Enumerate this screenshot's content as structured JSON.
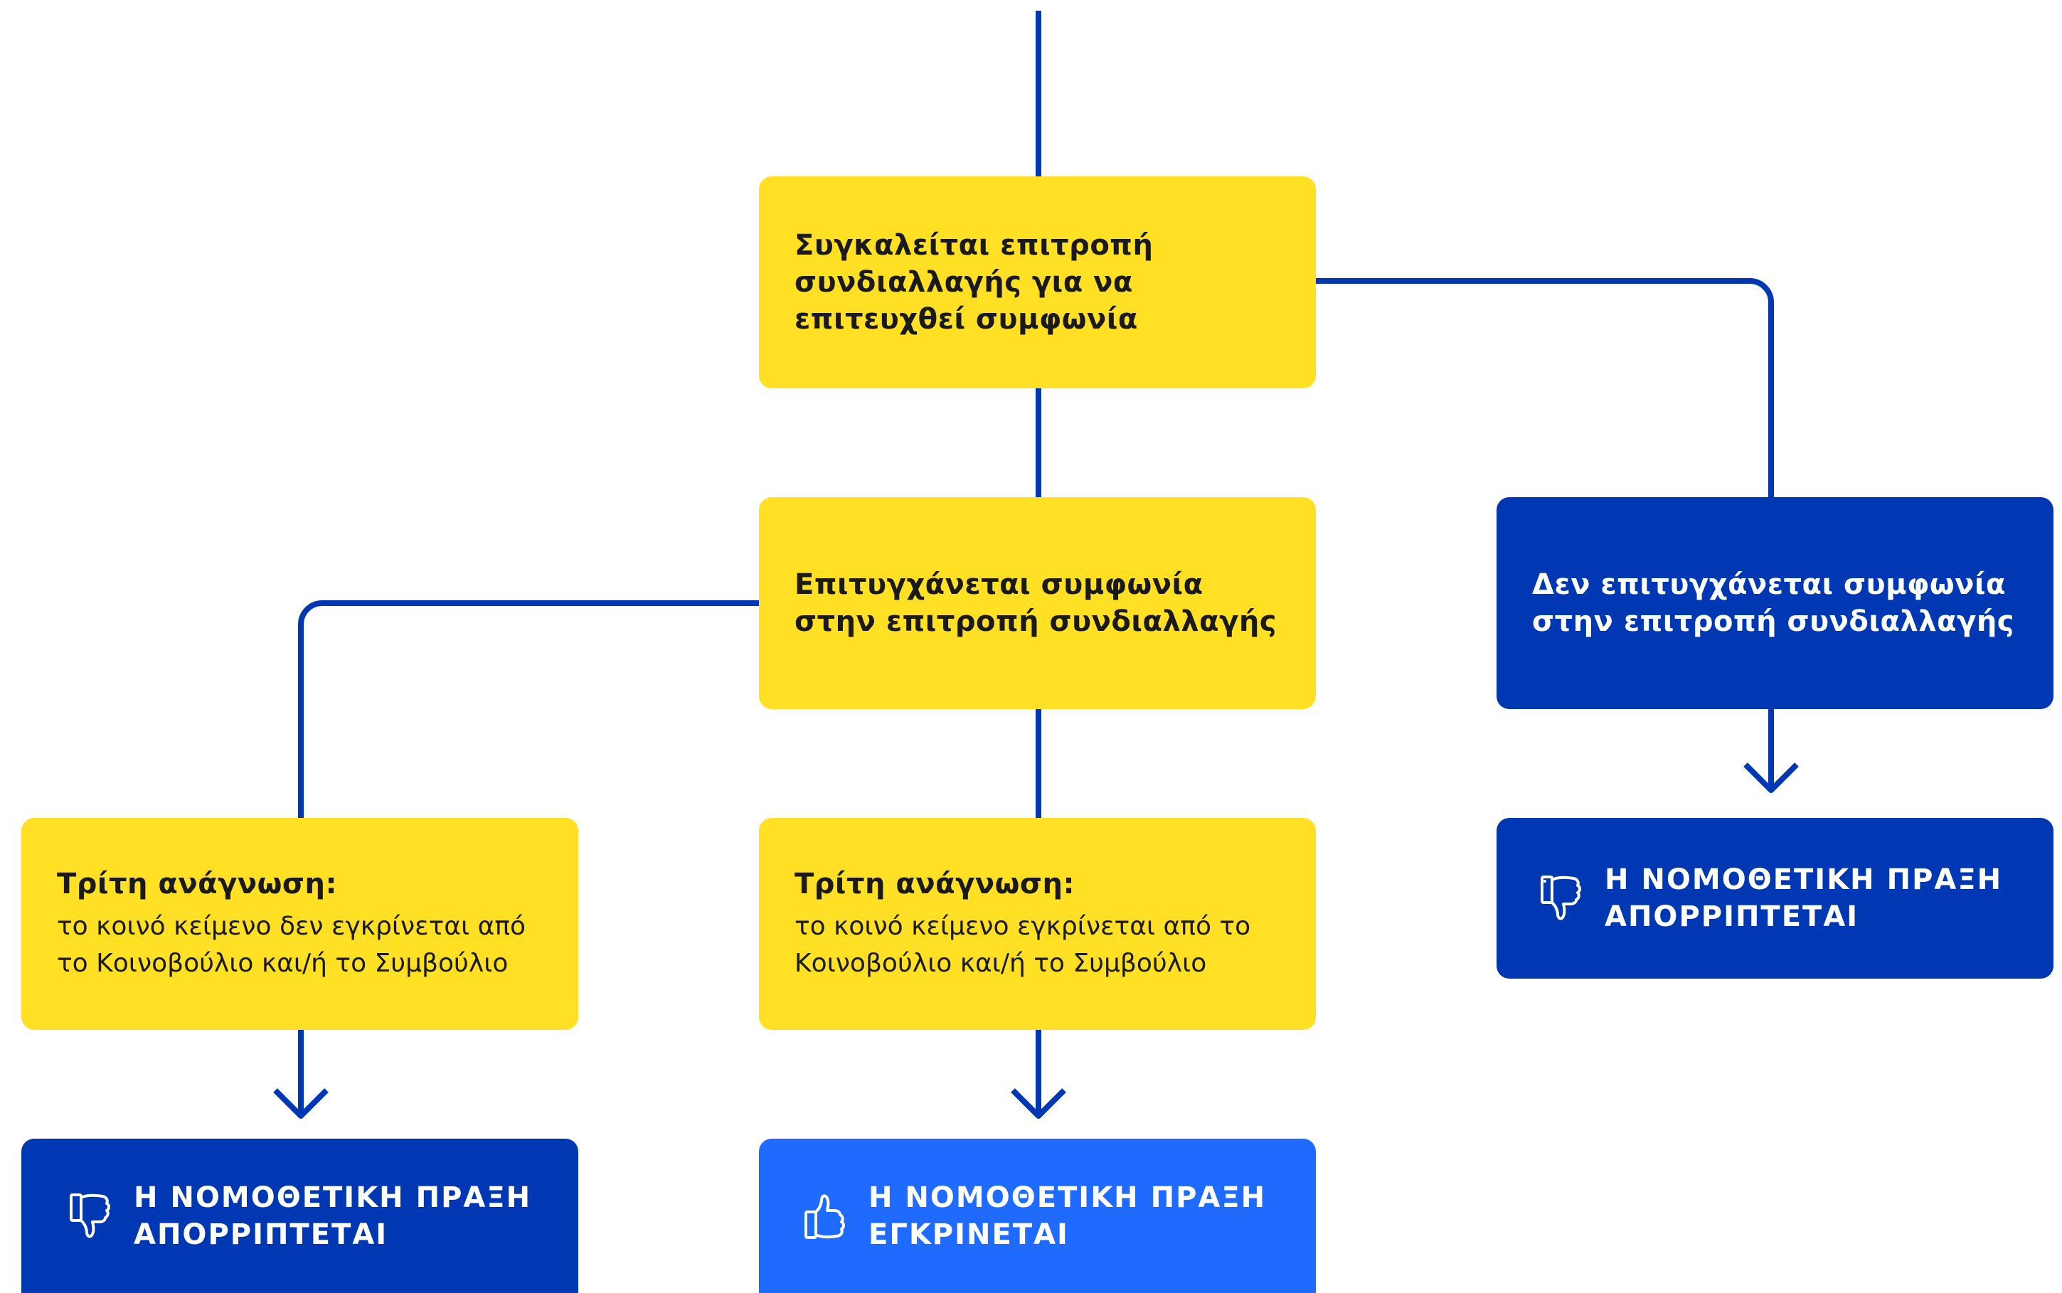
{
  "colors": {
    "line": "#0038b3",
    "yellow": "#ffe024",
    "dark_blue": "#0038b3",
    "bright_blue": "#206bff"
  },
  "nodes": {
    "conciliation": "Συγκαλείται επιτροπή συνδιαλλαγής για να επιτευχθεί συμφωνία",
    "agreement_reached": "Επιτυγχάνεται συμφωνία στην επιτροπή συνδιαλλαγής",
    "no_agreement": "Δεν επιτυγχάνεται συμφωνία στην επιτροπή συνδιαλλαγής",
    "third_reading_rejected": {
      "title": "Τρίτη ανάγνωση:",
      "text": "το κοινό κείμενο δεν εγκρίνεται από το Κοινοβούλιο και/ή το Συμβούλιο"
    },
    "third_reading_approved": {
      "title": "Τρίτη ανάγνωση:",
      "text": "το κοινό κείμενο εγκρίνεται από το Κοινοβούλιο και/ή το Συμβούλιο"
    }
  },
  "results": {
    "rejected_left": {
      "line1": "Η ΝΟΜΟΘΕΤΙΚΗ ΠΡΑΞΗ",
      "line2": "ΑΠΟΡΡΙΠΤΕΤΑΙ",
      "icon": "thumbs-down-icon"
    },
    "approved": {
      "line1": "Η ΝΟΜΟΘΕΤΙΚΗ ΠΡΑΞΗ",
      "line2": "ΕΓΚΡΙΝΕΤΑΙ",
      "icon": "thumbs-up-icon"
    },
    "rejected_right": {
      "line1": "Η ΝΟΜΟΘΕΤΙΚΗ ΠΡΑΞΗ",
      "line2": "ΑΠΟΡΡΙΠΤΕΤΑΙ",
      "icon": "thumbs-down-icon"
    }
  }
}
